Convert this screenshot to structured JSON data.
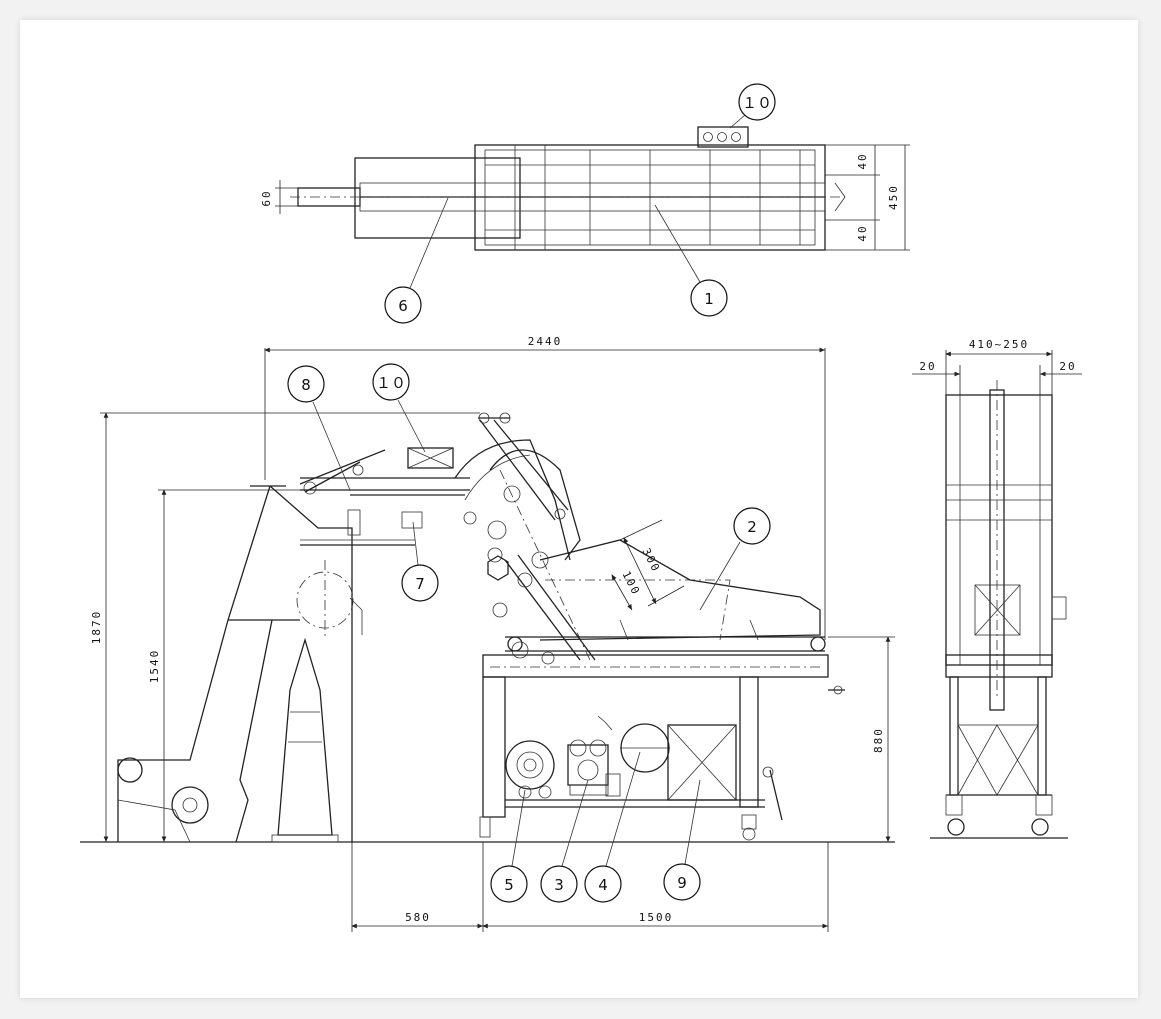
{
  "callouts": {
    "c1": "1",
    "c2": "2",
    "c3": "3",
    "c4": "4",
    "c5": "5",
    "c6": "6",
    "c7": "7",
    "c8": "8",
    "c9": "9",
    "c10_top": "１０",
    "c10_side": "１０"
  },
  "dimensions": {
    "d_2440": "2440",
    "d_1870": "1870",
    "d_1540": "1540",
    "d_880": "880",
    "d_580": "580",
    "d_1500": "1500",
    "d_300": "300",
    "d_100": "100",
    "d_60": "60",
    "d_40_upper": "40",
    "d_40_lower": "40",
    "d_450": "450",
    "d_410_250": "410~250",
    "d_20_left": "20",
    "d_20_right": "20"
  }
}
